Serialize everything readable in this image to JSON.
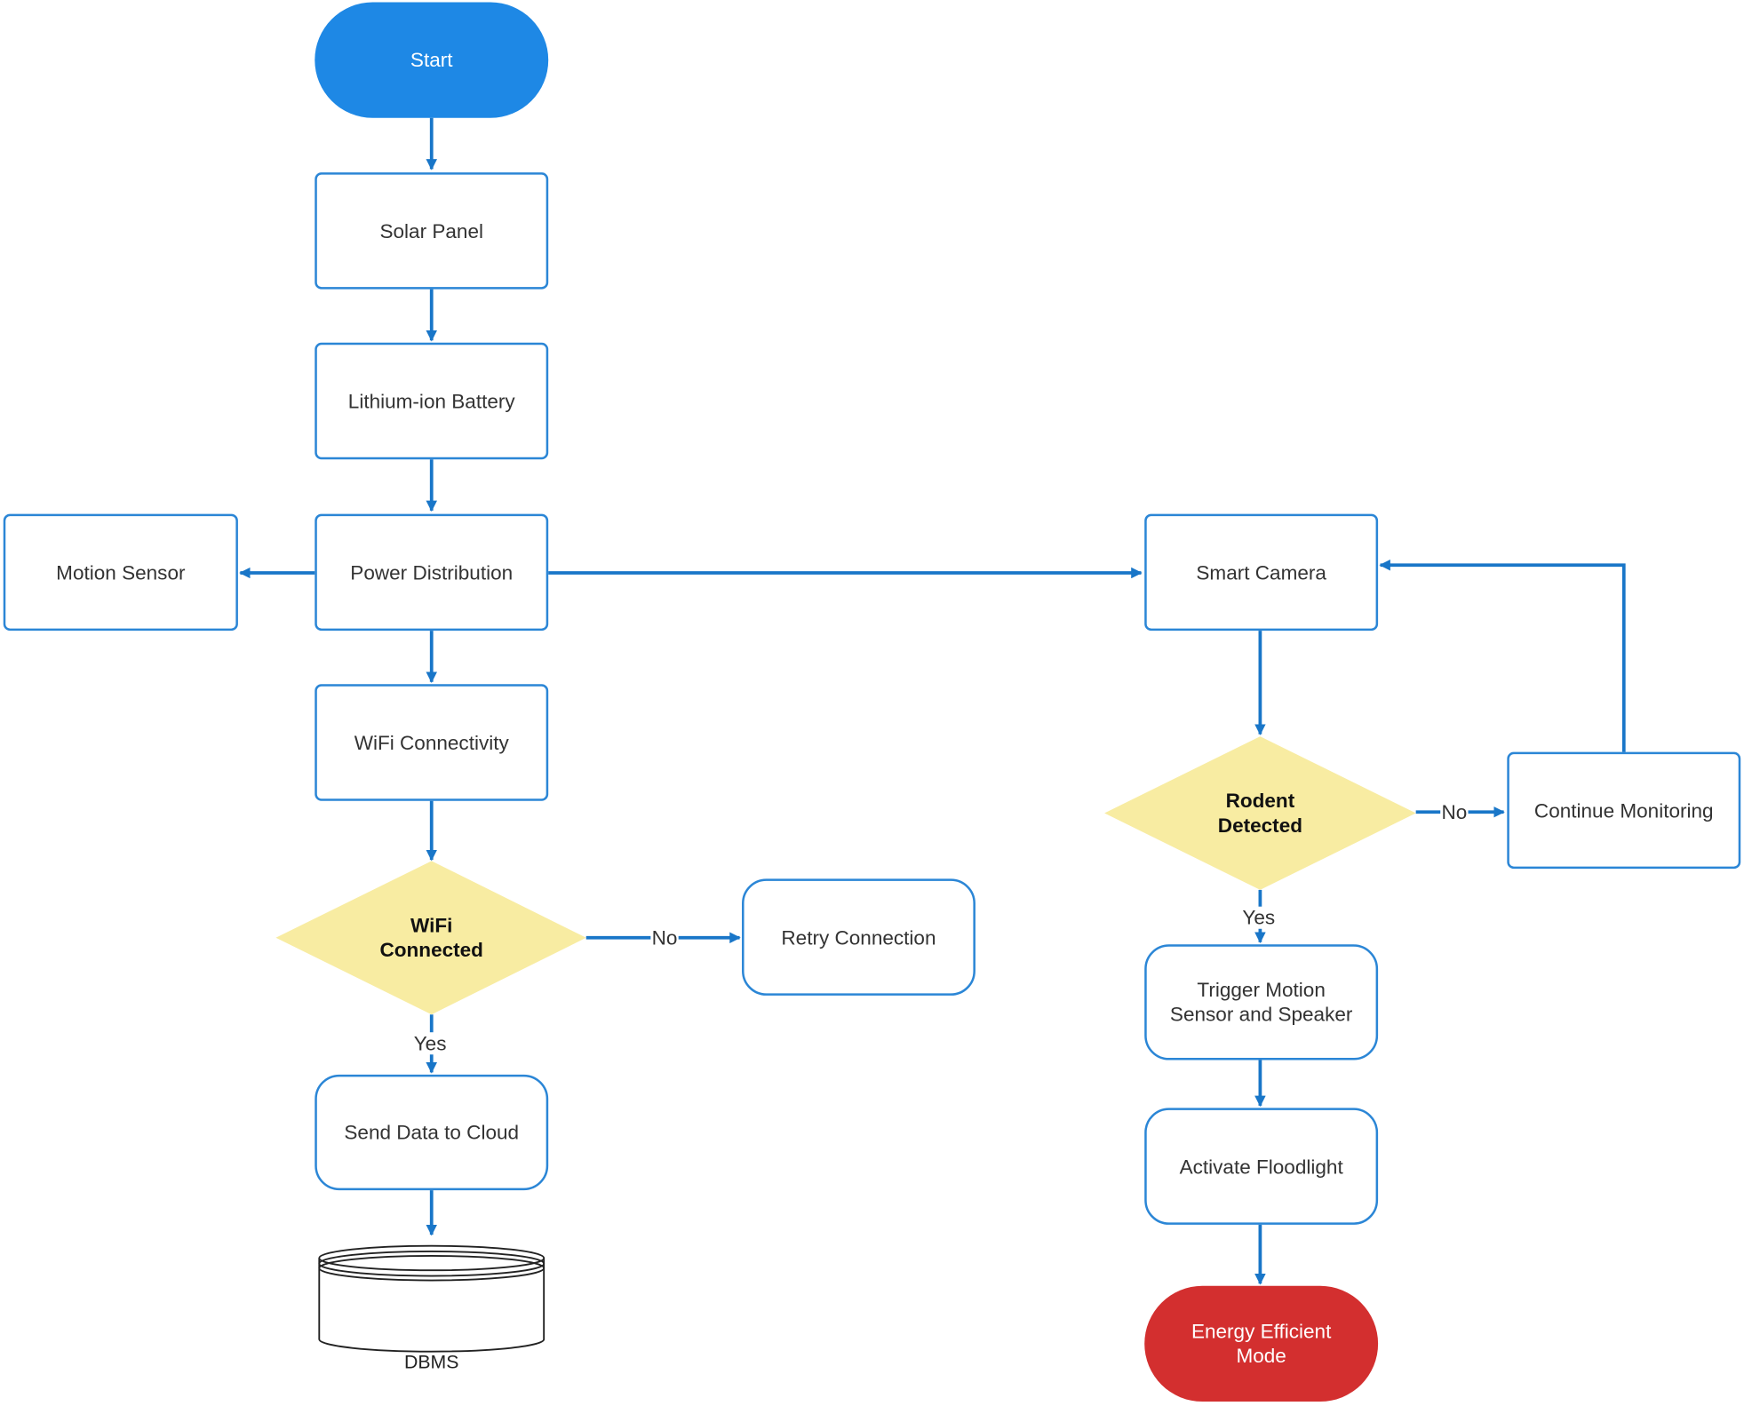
{
  "colors": {
    "accent": "#1e88e5",
    "box_border": "#2b86d6",
    "decision_fill": "#f8eca2",
    "end_fill": "#d32f2f"
  },
  "nodes": {
    "start": "Start",
    "solar_panel": "Solar Panel",
    "battery": "Lithium-ion Battery",
    "power_distribution": "Power Distribution",
    "motion_sensor": "Motion Sensor",
    "wifi_connectivity": "WiFi Connectivity",
    "wifi_connected": "WiFi\nConnected",
    "retry_connection": "Retry Connection",
    "send_data": "Send Data to Cloud",
    "dbms": "DBMS",
    "smart_camera": "Smart Camera",
    "rodent_detected": "Rodent\nDetected",
    "continue_monitoring": "Continue Monitoring",
    "trigger_motion": "Trigger Motion\nSensor and Speaker",
    "activate_floodlight": "Activate Floodlight",
    "energy_efficient": "Energy Efficient\nMode"
  },
  "edge_labels": {
    "wifi_no": "No",
    "wifi_yes": "Yes",
    "rodent_no": "No",
    "rodent_yes": "Yes"
  }
}
